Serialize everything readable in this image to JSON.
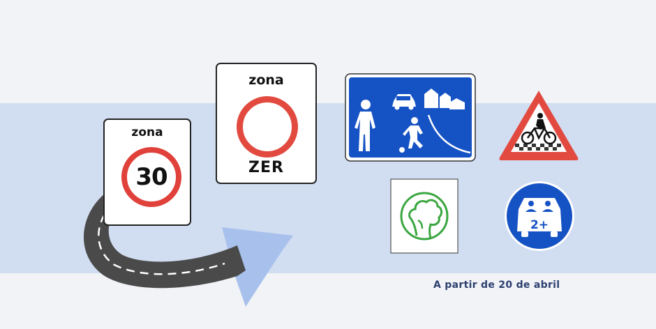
{
  "signs": {
    "zona30": {
      "label": "zona",
      "number": "30"
    },
    "zer": {
      "label": "zona",
      "acronym": "ZER"
    },
    "hov": {
      "number": "2+"
    }
  },
  "caption": "A partir de 20 de abril",
  "colors": {
    "background": "#f1f3f7",
    "band": "#d1ddf0",
    "sign_red": "#e0413a",
    "sign_blue": "#1552c4",
    "eco_green": "#3aa640",
    "road": "#4a4a4a",
    "arrow": "#a8c1ec",
    "caption": "#2b3f6e"
  }
}
